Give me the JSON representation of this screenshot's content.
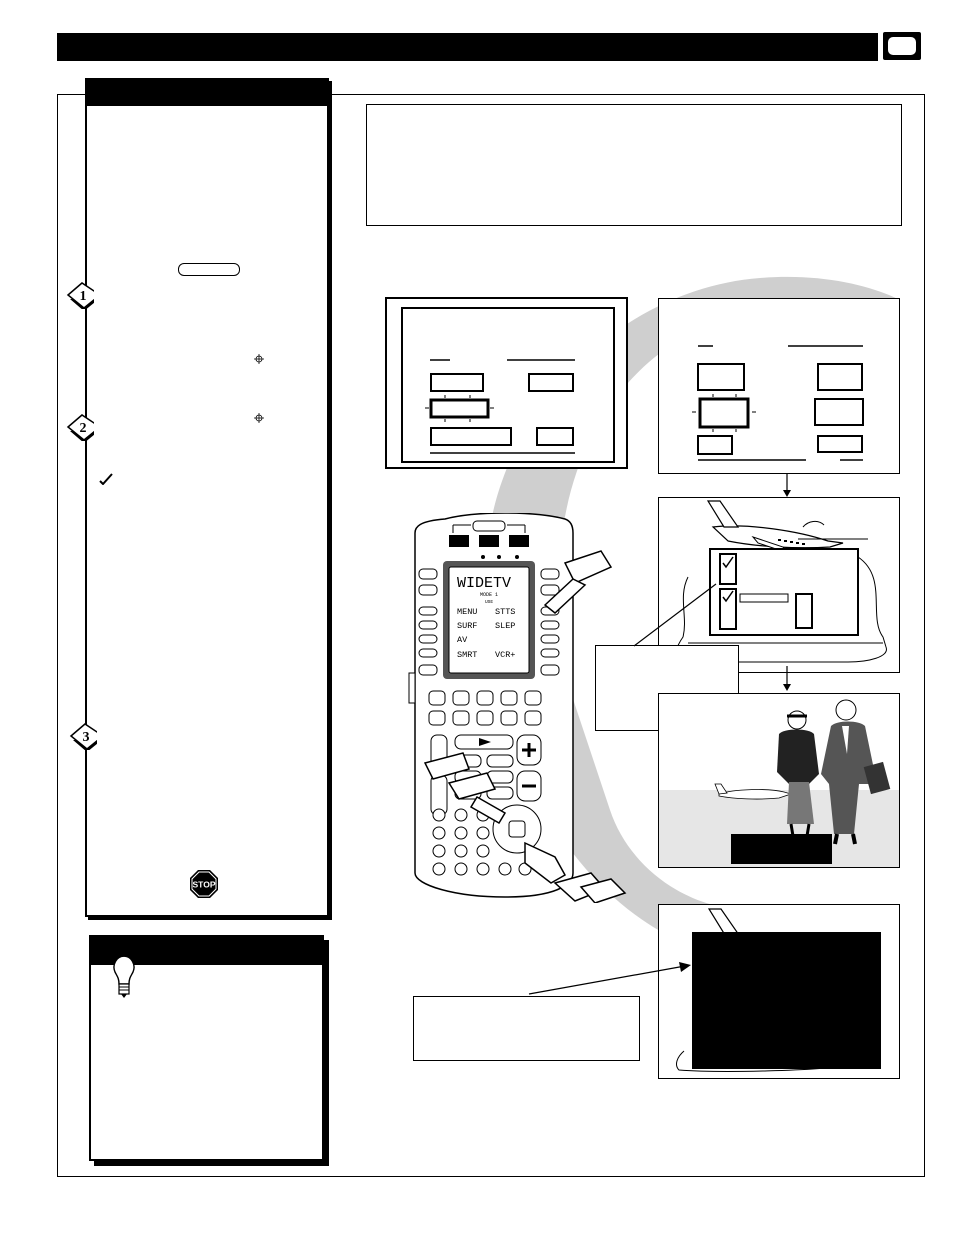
{
  "header": {
    "title": ""
  },
  "steps": [
    "1",
    "2",
    "3"
  ],
  "left_panel": {
    "remote_button_label": "",
    "stop_label": "STOP"
  },
  "remote": {
    "lcd_title": "WIDETV",
    "lcd_mode": "MODE 1",
    "lcd_sub": "USE",
    "lcd_items": [
      "MENU",
      "STTS",
      "SURF",
      "SLEP",
      "AV",
      "SMRT",
      "VCR+"
    ]
  },
  "colors": {
    "ink": "#000000",
    "paper": "#ffffff",
    "swoosh": "#c8c8c8",
    "sky": "#e6e6e6"
  },
  "icons": [
    "tv-screen-icon",
    "lightbulb-icon",
    "stop-sign-icon",
    "check-icon",
    "crosshair-icon",
    "airplane-icon"
  ]
}
